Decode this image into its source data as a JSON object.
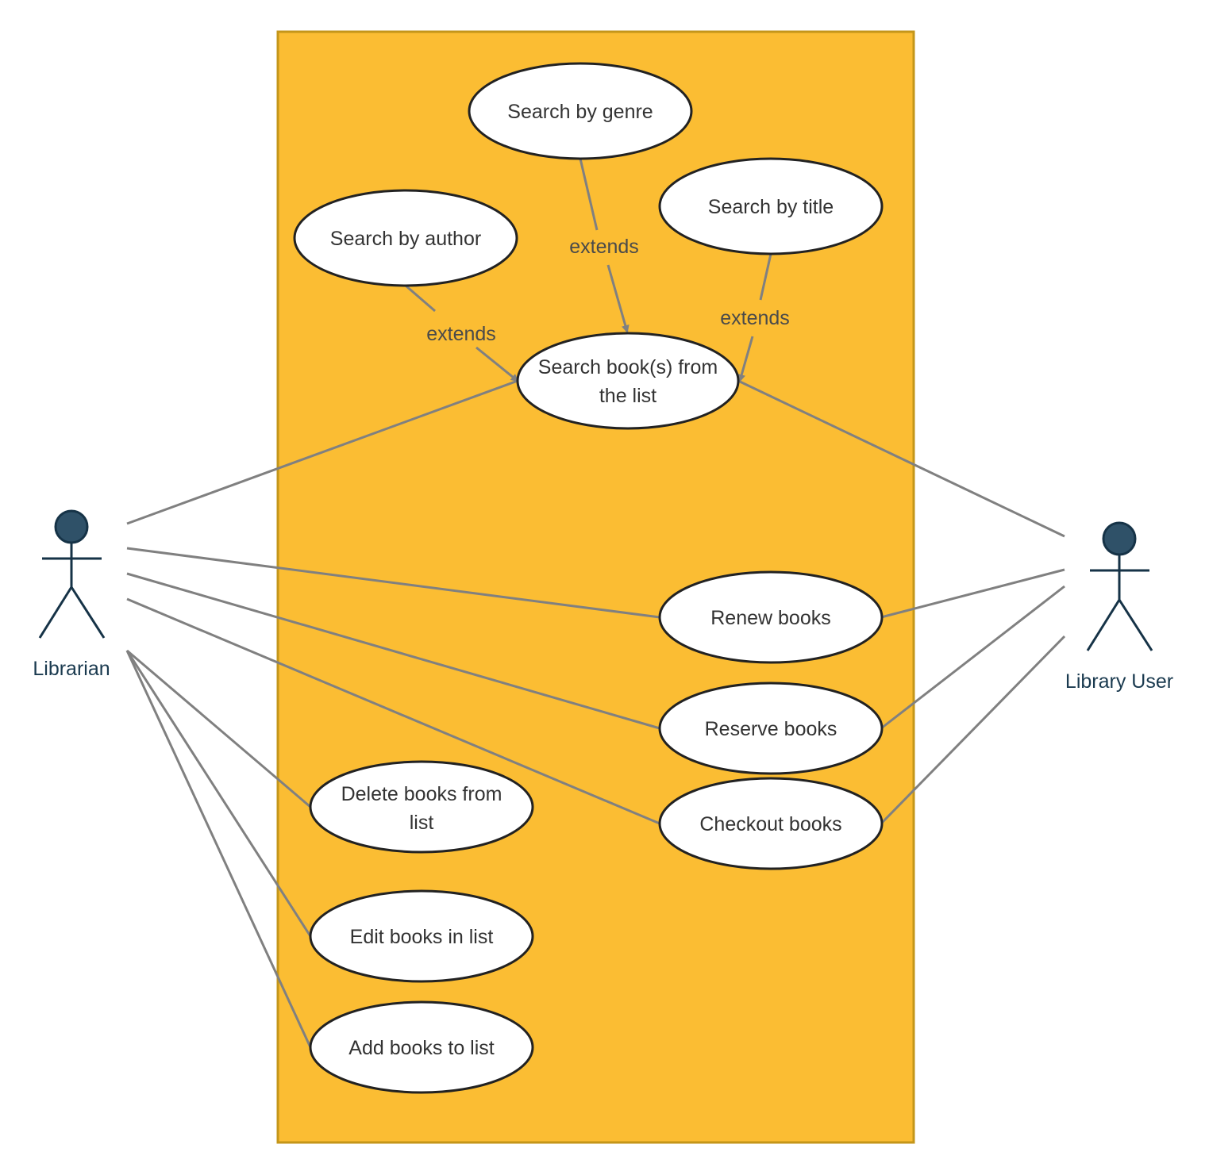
{
  "diagram": {
    "colors": {
      "system_fill": "#FBBD33",
      "system_border": "#C4961A",
      "usecase_fill": "#ffffff",
      "usecase_stroke": "#222222",
      "connector": "#808080",
      "actor_fill": "#2F5168",
      "actor_stroke": "#163347"
    },
    "actors": {
      "librarian": {
        "label": "Librarian"
      },
      "library_user": {
        "label": "Library User"
      }
    },
    "use_cases": {
      "search_by_genre": {
        "lines": [
          "Search by genre"
        ]
      },
      "search_by_title": {
        "lines": [
          "Search by title"
        ]
      },
      "search_by_author": {
        "lines": [
          "Search by author"
        ]
      },
      "search_books": {
        "lines": [
          "Search book(s) from",
          "the list"
        ]
      },
      "renew_books": {
        "lines": [
          "Renew books"
        ]
      },
      "reserve_books": {
        "lines": [
          "Reserve books"
        ]
      },
      "checkout_books": {
        "lines": [
          "Checkout books"
        ]
      },
      "delete_books": {
        "lines": [
          "Delete books from",
          "list"
        ]
      },
      "edit_books": {
        "lines": [
          "Edit books in list"
        ]
      },
      "add_books": {
        "lines": [
          "Add books to list"
        ]
      }
    },
    "extend_labels": {
      "genre": "extends",
      "author": "extends",
      "title": "extends"
    }
  }
}
